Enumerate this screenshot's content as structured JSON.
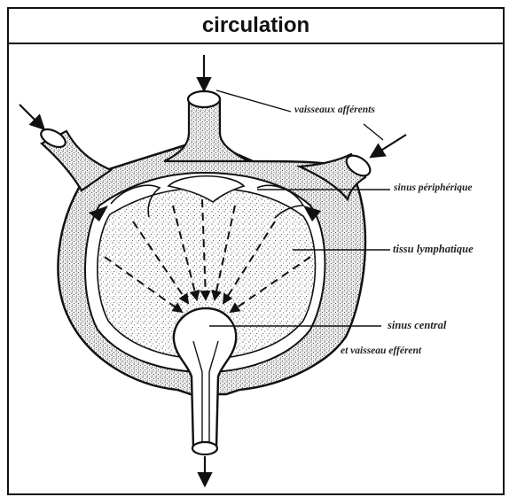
{
  "title": "circulation",
  "labels": {
    "afferent_vessels": "vaisseaux afférents",
    "peripheral_sinus": "sinus périphérique",
    "lymphatic_tissue": "tissu lymphatique",
    "central_sinus": "sinus central",
    "efferent_vessel": "et vaisseau efférent"
  }
}
